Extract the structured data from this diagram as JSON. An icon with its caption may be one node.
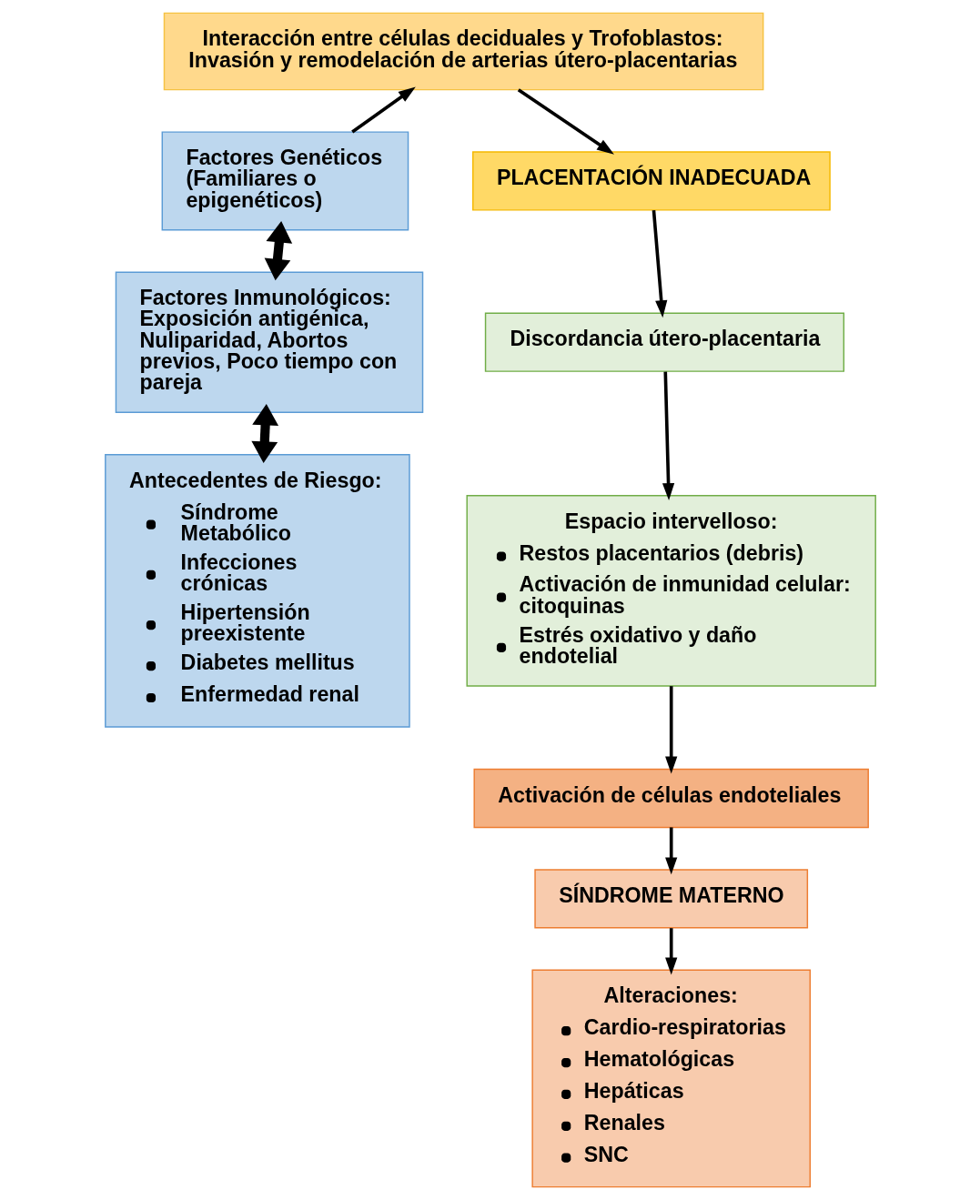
{
  "diagram": {
    "nodes": [
      {
        "text": [
          "Interacción entre células deciduales y Trofoblastos: Invasión y remodelación de arterias útero-placentarias"
        ]
      },
      {
        "text": [
          "Factores Genéticos (Familiares o epigenéticos)"
        ]
      },
      {
        "text": [
          "Factores Inmunológicos: Exposición antigénica, Nuliparidad, Abortos previos, Poco tiempo con pareja"
        ]
      },
      {
        "text": [
          "Antecedentes de Riesgo:",
          "Síndrome Metabólico",
          "Infecciones crónicas",
          "Hipertensión preexistente",
          "Diabetes mellitus",
          "Enfermedad renal"
        ]
      },
      {
        "text": [
          "PLACENTACIÓN INADECUADA"
        ]
      },
      {
        "text": [
          "Discordancia útero-placentaria"
        ]
      },
      {
        "text": [
          "Espacio intervelloso:",
          "Restos placentarios (debris)",
          "Activación de inmunidad celular: citoquinas",
          "Estrés oxidativo y daño endotelial"
        ]
      },
      {
        "text": [
          "Activación de células endoteliales"
        ]
      },
      {
        "text": [
          "SÍNDROME MATERNO"
        ]
      },
      {
        "text": [
          "Alteraciones:",
          "Cardio-respiratorias",
          "Hematológicas",
          "Hepáticas",
          "Renales",
          "SNC"
        ]
      }
    ],
    "edges": [
      {
        "from": 1,
        "to": 0,
        "arrow": "to"
      },
      {
        "from": 0,
        "to": 4,
        "arrow": "to"
      },
      {
        "from": 1,
        "to": 2,
        "arrow": "both",
        "style": "thick"
      },
      {
        "from": 2,
        "to": 3,
        "arrow": "both",
        "style": "thick"
      },
      {
        "from": 4,
        "to": 5,
        "arrow": "to"
      },
      {
        "from": 5,
        "to": 6,
        "arrow": "to"
      },
      {
        "from": 6,
        "to": 7,
        "arrow": "to"
      },
      {
        "from": 7,
        "to": 8,
        "arrow": "to"
      },
      {
        "from": 8,
        "to": 9,
        "arrow": "to"
      }
    ]
  }
}
